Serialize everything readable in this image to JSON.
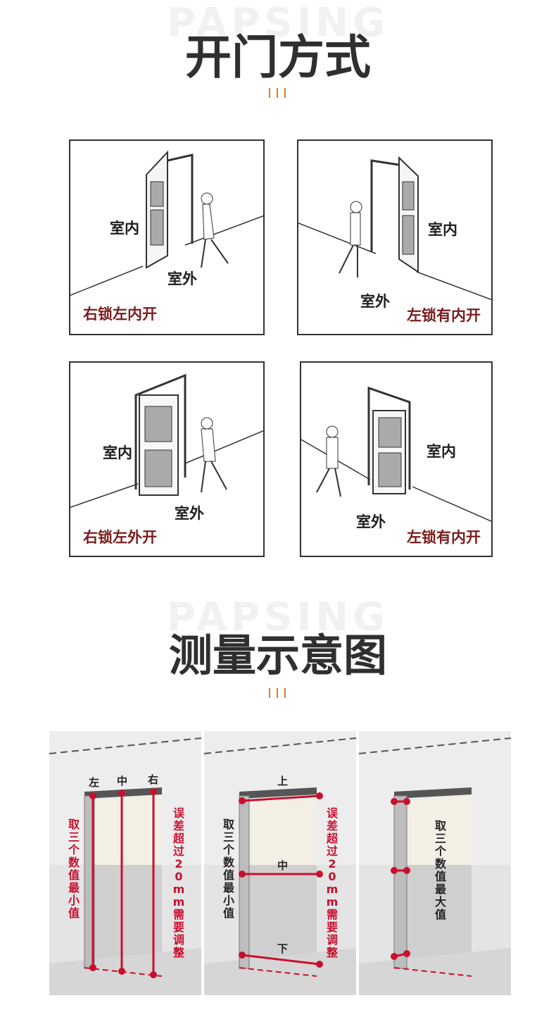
{
  "watermark": "PAPSING",
  "section_door": {
    "title": "开门方式"
  },
  "section_measure": {
    "title": "测量示意图"
  },
  "door_panels": [
    {
      "indoor": "室内",
      "outdoor": "室外",
      "caption": "右锁左内开"
    },
    {
      "indoor": "室内",
      "outdoor": "室外",
      "caption": "左锁有内开"
    },
    {
      "indoor": "室内",
      "outdoor": "室外",
      "caption": "右锁左外开"
    },
    {
      "indoor": "室内",
      "outdoor": "室外",
      "caption": "左锁有内开"
    }
  ],
  "measure_panels": [
    {
      "labels": [
        "左",
        "中",
        "右"
      ],
      "left_note": "取三个数值最小值",
      "right_note": "误差超过20mm需要调整"
    },
    {
      "labels": [
        "上",
        "中",
        "下"
      ],
      "left_note": "取三个数值最小值",
      "right_note": "误差超过20mm需要调整"
    },
    {
      "labels": [],
      "center_note": "取三个数值最大值"
    }
  ],
  "colors": {
    "accent": "#e0782a",
    "caption": "#7a1c1c",
    "measure_red": "#c8102e",
    "heading": "#2f2f2f"
  }
}
